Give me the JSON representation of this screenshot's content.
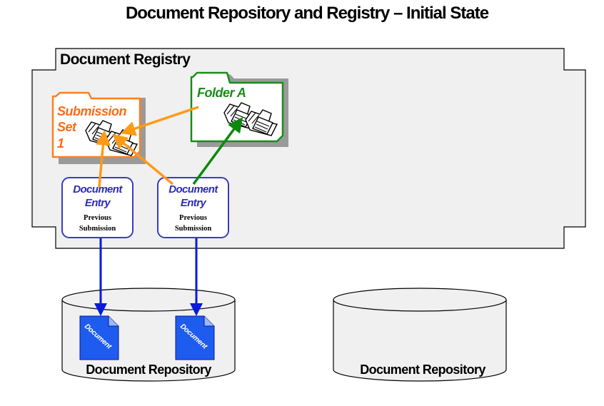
{
  "title": "Document Repository and Registry – Initial State",
  "registry": {
    "label": "Document Registry"
  },
  "submission_set": {
    "lines": [
      "Submission",
      "Set",
      "1"
    ],
    "color": "#ff7f1e"
  },
  "folder": {
    "label": "Folder A",
    "color": "#1a8c1a"
  },
  "entries": [
    {
      "title_lines": [
        "Document",
        "Entry"
      ],
      "sub_lines": [
        "Previous",
        "Submission"
      ]
    },
    {
      "title_lines": [
        "Document",
        "Entry"
      ],
      "sub_lines": [
        "Previous",
        "Submission"
      ]
    }
  ],
  "repositories": [
    {
      "label": "Document Repository",
      "documents": [
        "Document",
        "Document"
      ]
    },
    {
      "label": "Document Repository",
      "documents": []
    }
  ],
  "colors": {
    "orange": "#ff9a14",
    "green": "#0a8a0a",
    "blue": "#0a1adc",
    "entry_border": "#3a3ac8",
    "document_fill": "#1e5cf0",
    "registry_fill": "#f0f0f0"
  },
  "icons": [
    "folder-icon",
    "document-icon",
    "arrow-icon"
  ]
}
